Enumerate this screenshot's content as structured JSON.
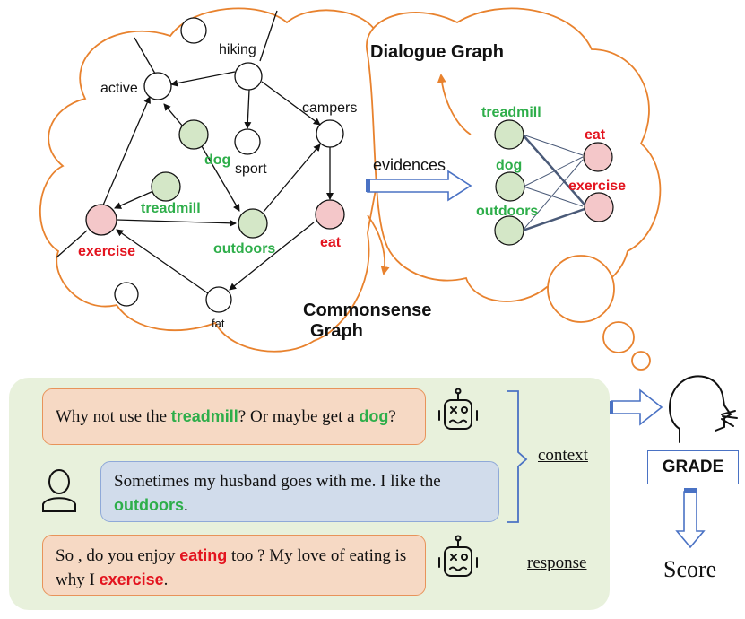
{
  "colors": {
    "cloud_stroke": "#e8822e",
    "keyword_green": "#2eae4a",
    "keyword_red": "#e3141f",
    "node_green": "#d4e7c7",
    "node_red": "#f4c7c9",
    "panel_bg": "#e8f1dc",
    "arrow_blue": "#4a72c4"
  },
  "commonsense_graph": {
    "title_line1": "Commonsense",
    "title_line2": "Graph",
    "nodes": {
      "hiking": "hiking",
      "active": "active",
      "campers": "campers",
      "dog": "dog",
      "sport": "sport",
      "treadmill": "treadmill",
      "exercise": "exercise",
      "outdoors": "outdoors",
      "eat": "eat",
      "fat": "fat"
    }
  },
  "dialogue_graph": {
    "title": "Dialogue Graph",
    "left_nodes": [
      "treadmill",
      "dog",
      "outdoors"
    ],
    "right_nodes": [
      "eat",
      "exercise"
    ]
  },
  "evidences_label": "evidences",
  "context": {
    "bubble1": {
      "pre": "Why not use the ",
      "kw1": "treadmill",
      "mid": "? Or maybe get a ",
      "kw2": "dog",
      "post": "?"
    },
    "bubble2": {
      "pre": "Sometimes my husband goes with me. I like the ",
      "kw1": "outdoors",
      "post": "."
    },
    "label": "context"
  },
  "response": {
    "pre": "So , do you enjoy ",
    "kw1": "eating",
    "mid": " too ? My love of eating is why I ",
    "kw2": "exercise",
    "post": ".",
    "label": "response"
  },
  "grade_label": "GRADE",
  "score_label": "Score",
  "icons": [
    "robot-icon",
    "person-icon",
    "head-profile-icon"
  ]
}
